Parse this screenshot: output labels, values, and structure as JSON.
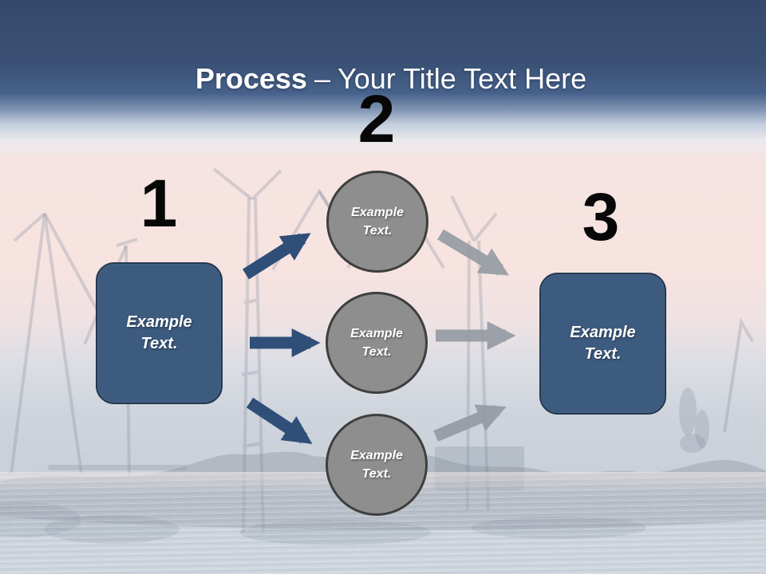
{
  "title": {
    "bold": "Process",
    "dash": "–",
    "rest": "Your Title Text Here"
  },
  "numbers": [
    "1",
    "2",
    "3"
  ],
  "left_box": {
    "line1": "Example",
    "line2": "Text."
  },
  "circles": [
    {
      "line1": "Example",
      "line2": "Text."
    },
    {
      "line1": "Example",
      "line2": "Text."
    },
    {
      "line1": "Example",
      "line2": "Text."
    }
  ],
  "right_box": {
    "line1": "Example",
    "line2": "Text."
  },
  "colors": {
    "header_blue": "#35496b",
    "sky_pink": "#f6e3e0",
    "water_gray": "#cbd2db",
    "box_fill": "#3d5b7f",
    "box_border": "#24384f",
    "circle_fill": "#8e8e8e",
    "circle_border": "#3e3e3e",
    "arrow_blue": "#2f4f78",
    "arrow_gray": "#949aa2",
    "number_black": "#070707",
    "title_white": "#ffffff"
  }
}
